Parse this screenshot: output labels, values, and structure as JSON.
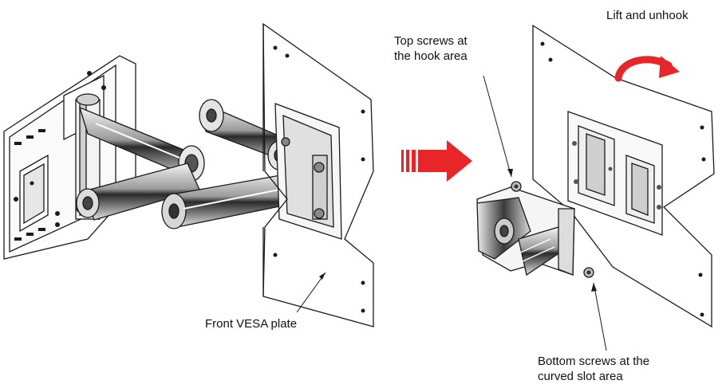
{
  "labels": {
    "front_vesa_plate": "Front VESA plate",
    "top_screws": [
      "Top screws at",
      "the hook area"
    ],
    "lift_and_unhook": "Lift and unhook",
    "bottom_screws": [
      "Bottom screws at the",
      "curved slot area"
    ]
  },
  "colors": {
    "arrow_red": "#e8262a",
    "line": "#1a1a1a",
    "shade": "#555555"
  },
  "icons": {
    "transition": "red-right-arrow-icon",
    "rotation": "curved-rotate-arrow-icon"
  }
}
